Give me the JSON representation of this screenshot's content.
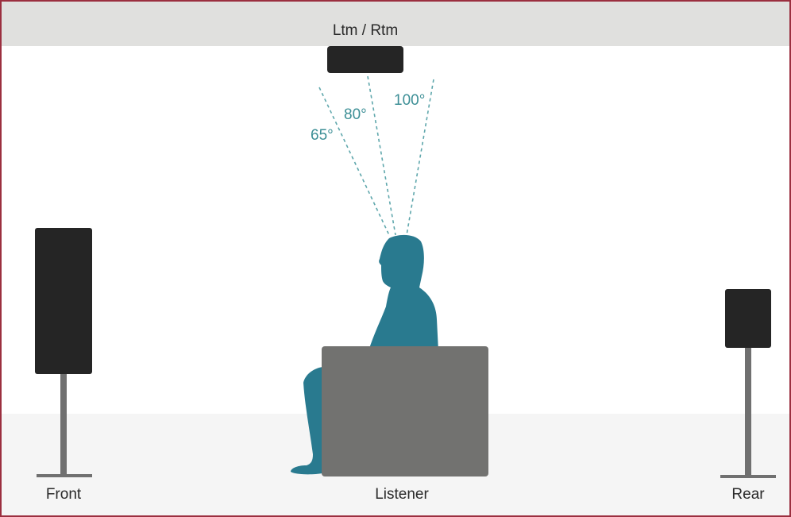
{
  "ceiling_speaker_label": "Ltm / Rtm",
  "angles": [
    "65°",
    "80°",
    "100°"
  ],
  "labels": {
    "front": "Front",
    "listener": "Listener",
    "rear": "Rear"
  },
  "colors": {
    "border": "#9b2f3f",
    "ceiling": "#e0e0de",
    "floor": "#f5f5f5",
    "speaker": "#252525",
    "listener": "#297a8f",
    "seat": "#727270",
    "angle_line": "#5fa7ac"
  }
}
